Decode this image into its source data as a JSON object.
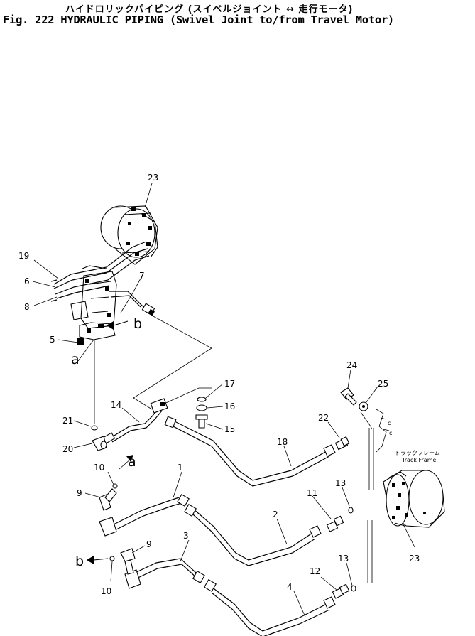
{
  "header": {
    "japanese": "ハイドロリックパイピング (スイベルジョイント ↔ 走行モータ)",
    "english": "Fig. 222 HYDRAULIC PIPING (Swivel Joint to/from Travel Motor)"
  },
  "callouts": {
    "c23a": "23",
    "c19": "19",
    "c6": "6",
    "c8": "8",
    "c7": "7",
    "c5": "5",
    "c21": "21",
    "c20": "20",
    "c14": "14",
    "c17": "17",
    "c16": "16",
    "c15": "15",
    "c18": "18",
    "c22": "22",
    "c24": "24",
    "c25": "25",
    "c10a": "10",
    "c9a": "9",
    "c1": "1",
    "c2": "2",
    "c11": "11",
    "c13a": "13",
    "c23b": "23",
    "c3": "3",
    "c9b": "9",
    "c10b": "10",
    "c4": "4",
    "c12": "12",
    "c13b": "13"
  },
  "letters": {
    "a_top": "a",
    "b_top": "b",
    "a_mid": "a",
    "b_low": "b"
  },
  "notes": {
    "track_frame_jp": "トラックフレーム",
    "track_frame_en": "Track Frame"
  }
}
